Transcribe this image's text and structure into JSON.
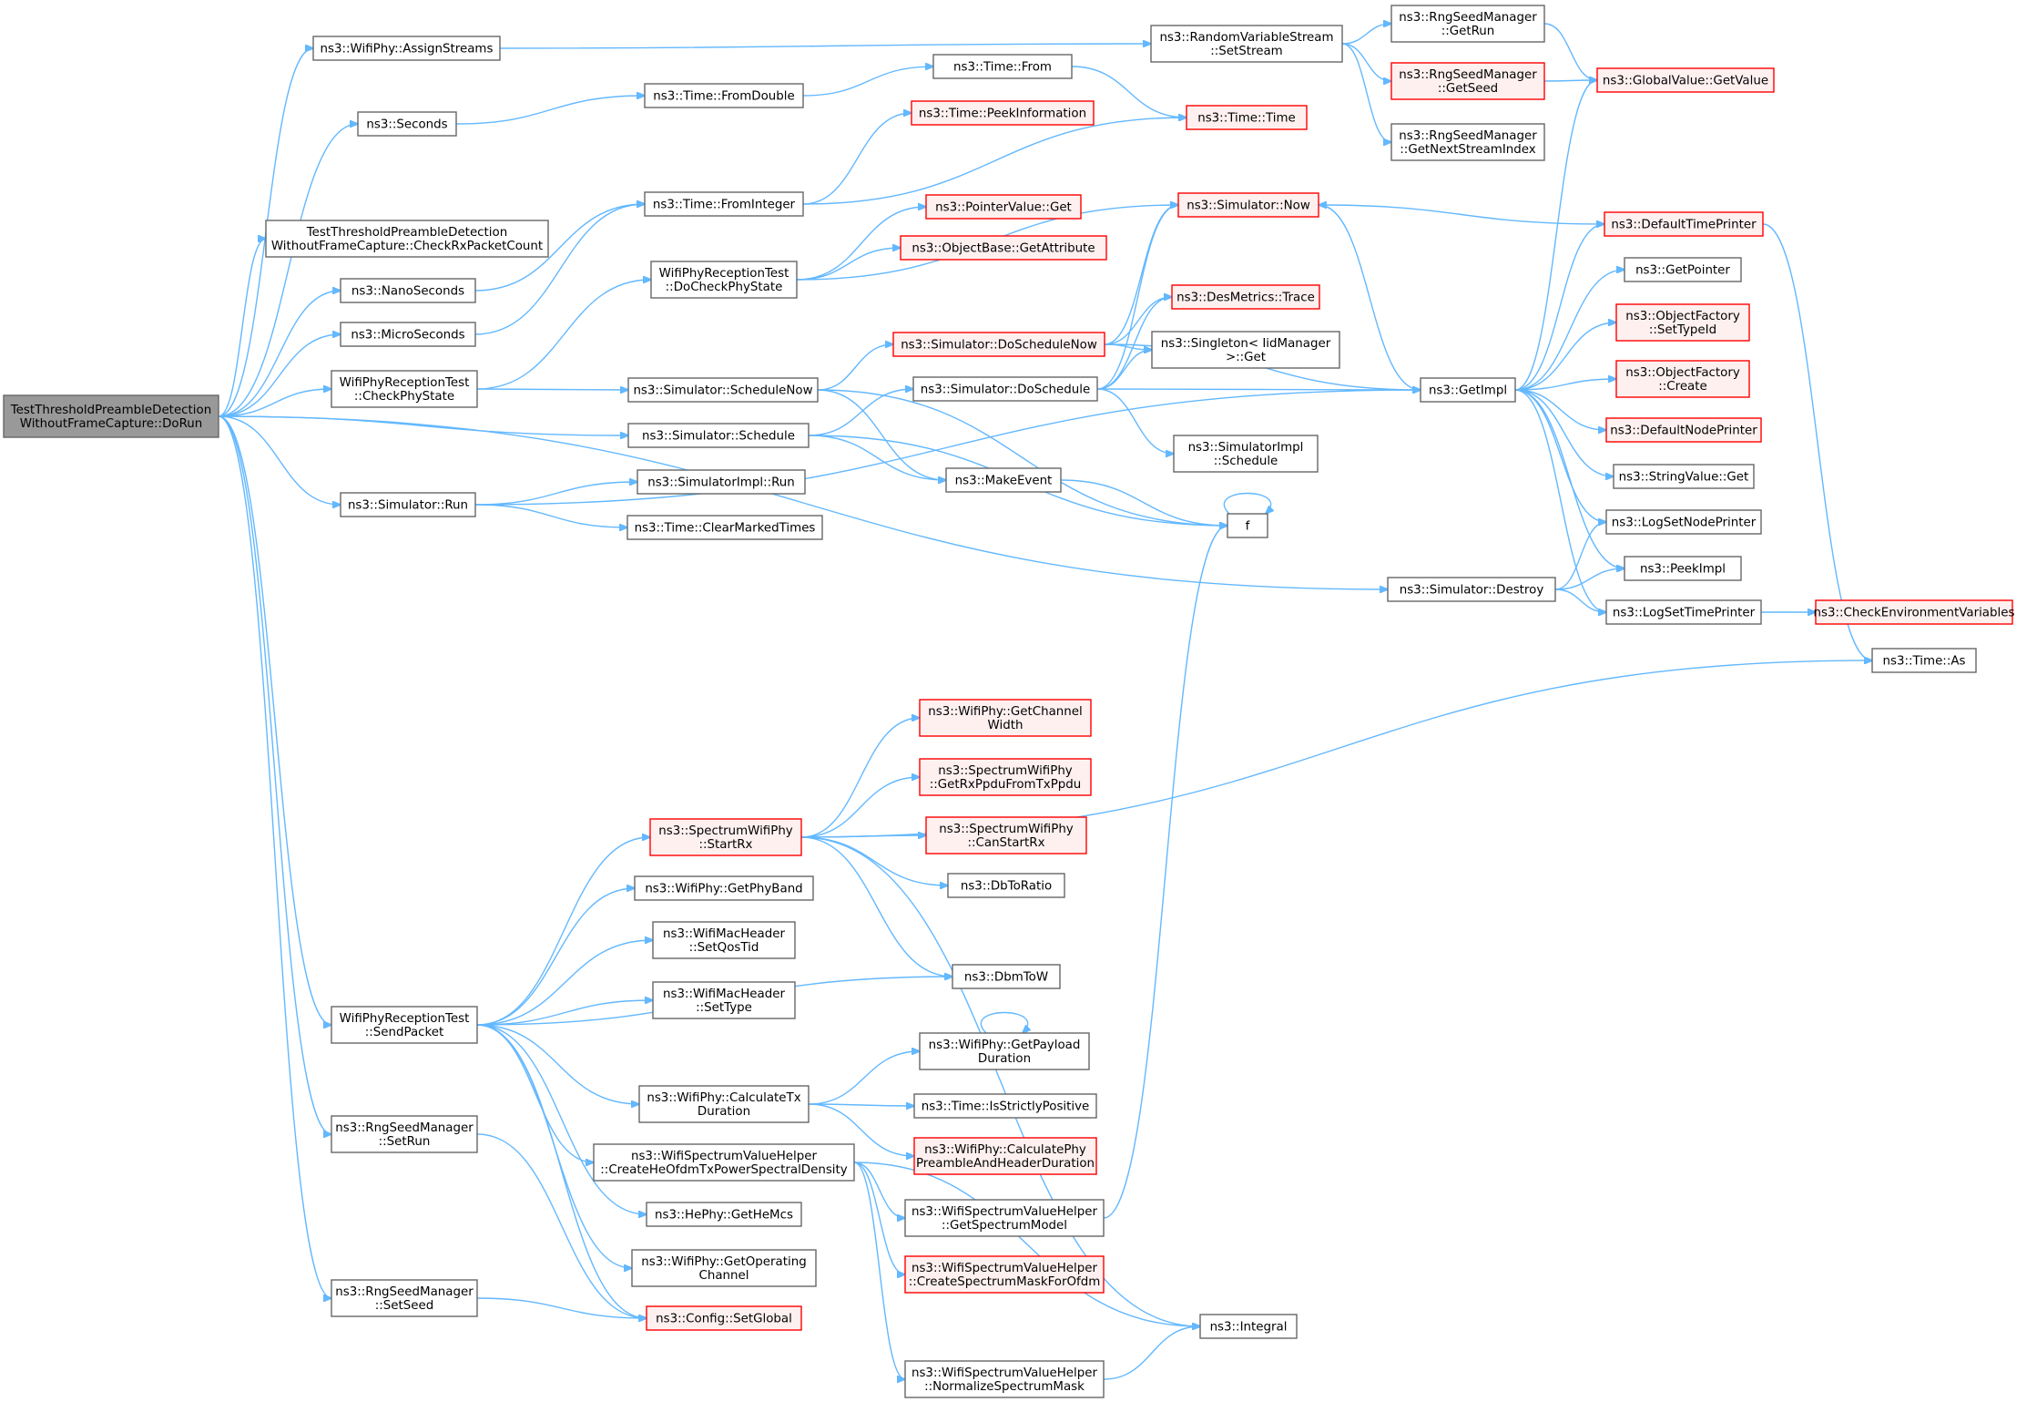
{
  "graph": {
    "title": "",
    "colors": {
      "edge": "#63b8ff",
      "node_border": "#666666",
      "node_fill": "#ffffff",
      "highlight_border": "#ff0000",
      "highlight_fill": "#fff0f0",
      "root_fill": "#999999"
    },
    "nodes": [
      {
        "id": "root",
        "lines": [
          "TestThresholdPreambleDetection",
          "WithoutFrameCapture::DoRun"
        ],
        "style": "root"
      },
      {
        "id": "assignStreams",
        "lines": [
          "ns3::WifiPhy::AssignStreams"
        ],
        "style": "normal"
      },
      {
        "id": "seconds",
        "lines": [
          "ns3::Seconds"
        ],
        "style": "normal"
      },
      {
        "id": "checkRx",
        "lines": [
          "TestThresholdPreambleDetection",
          "WithoutFrameCapture::CheckRxPacketCount"
        ],
        "style": "normal"
      },
      {
        "id": "nanoSeconds",
        "lines": [
          "ns3::NanoSeconds"
        ],
        "style": "normal"
      },
      {
        "id": "microSeconds",
        "lines": [
          "ns3::MicroSeconds"
        ],
        "style": "normal"
      },
      {
        "id": "checkPhyState",
        "lines": [
          "WifiPhyReceptionTest",
          "::CheckPhyState"
        ],
        "style": "normal"
      },
      {
        "id": "simSchedule",
        "lines": [
          "ns3::Simulator::Schedule"
        ],
        "style": "normal"
      },
      {
        "id": "simRun",
        "lines": [
          "ns3::Simulator::Run"
        ],
        "style": "normal"
      },
      {
        "id": "sendPacket",
        "lines": [
          "WifiPhyReceptionTest",
          "::SendPacket"
        ],
        "style": "normal"
      },
      {
        "id": "setRun",
        "lines": [
          "ns3::RngSeedManager",
          "::SetRun"
        ],
        "style": "normal"
      },
      {
        "id": "setSeed",
        "lines": [
          "ns3::RngSeedManager",
          "::SetSeed"
        ],
        "style": "normal"
      },
      {
        "id": "timeFromDouble",
        "lines": [
          "ns3::Time::FromDouble"
        ],
        "style": "normal"
      },
      {
        "id": "timeFromInteger",
        "lines": [
          "ns3::Time::FromInteger"
        ],
        "style": "normal"
      },
      {
        "id": "doCheckPhyState",
        "lines": [
          "WifiPhyReceptionTest",
          "::DoCheckPhyState"
        ],
        "style": "normal"
      },
      {
        "id": "scheduleNow",
        "lines": [
          "ns3::Simulator::ScheduleNow"
        ],
        "style": "normal"
      },
      {
        "id": "simImplRun",
        "lines": [
          "ns3::SimulatorImpl::Run"
        ],
        "style": "normal"
      },
      {
        "id": "clearMarked",
        "lines": [
          "ns3::Time::ClearMarkedTimes"
        ],
        "style": "normal"
      },
      {
        "id": "startRx",
        "lines": [
          "ns3::SpectrumWifiPhy",
          "::StartRx"
        ],
        "style": "red"
      },
      {
        "id": "getPhyBand",
        "lines": [
          "ns3::WifiPhy::GetPhyBand"
        ],
        "style": "normal"
      },
      {
        "id": "setQosTid",
        "lines": [
          "ns3::WifiMacHeader",
          "::SetQosTid"
        ],
        "style": "normal"
      },
      {
        "id": "setType",
        "lines": [
          "ns3::WifiMacHeader",
          "::SetType"
        ],
        "style": "normal"
      },
      {
        "id": "calcTxDur",
        "lines": [
          "ns3::WifiPhy::CalculateTx",
          "Duration"
        ],
        "style": "normal"
      },
      {
        "id": "createHeOfdm",
        "lines": [
          "ns3::WifiSpectrumValueHelper",
          "::CreateHeOfdmTxPowerSpectralDensity"
        ],
        "style": "normal"
      },
      {
        "id": "getHeMcs",
        "lines": [
          "ns3::HePhy::GetHeMcs"
        ],
        "style": "normal"
      },
      {
        "id": "getOpChannel",
        "lines": [
          "ns3::WifiPhy::GetOperating",
          "Channel"
        ],
        "style": "normal"
      },
      {
        "id": "configSetGlobal",
        "lines": [
          "ns3::Config::SetGlobal"
        ],
        "style": "red"
      },
      {
        "id": "randSetStream",
        "lines": [
          "ns3::RandomVariableStream",
          "::SetStream"
        ],
        "style": "normal"
      },
      {
        "id": "timeFrom",
        "lines": [
          "ns3::Time::From"
        ],
        "style": "normal"
      },
      {
        "id": "peekInfo",
        "lines": [
          "ns3::Time::PeekInformation"
        ],
        "style": "red"
      },
      {
        "id": "timeTime",
        "lines": [
          "ns3::Time::Time"
        ],
        "style": "red"
      },
      {
        "id": "pointerGet",
        "lines": [
          "ns3::PointerValue::Get"
        ],
        "style": "red"
      },
      {
        "id": "getAttribute",
        "lines": [
          "ns3::ObjectBase::GetAttribute"
        ],
        "style": "red"
      },
      {
        "id": "simNow",
        "lines": [
          "ns3::Simulator::Now"
        ],
        "style": "red"
      },
      {
        "id": "doScheduleNow",
        "lines": [
          "ns3::Simulator::DoScheduleNow"
        ],
        "style": "red"
      },
      {
        "id": "desTrace",
        "lines": [
          "ns3::DesMetrics::Trace"
        ],
        "style": "red"
      },
      {
        "id": "singletonGet",
        "lines": [
          "ns3::Singleton< IidManager",
          ">::Get"
        ],
        "style": "normal"
      },
      {
        "id": "doSchedule",
        "lines": [
          "ns3::Simulator::DoSchedule"
        ],
        "style": "normal"
      },
      {
        "id": "simImplSchedule",
        "lines": [
          "ns3::SimulatorImpl",
          "::Schedule"
        ],
        "style": "normal"
      },
      {
        "id": "makeEvent",
        "lines": [
          "ns3::MakeEvent"
        ],
        "style": "normal"
      },
      {
        "id": "f",
        "lines": [
          "f"
        ],
        "style": "normal"
      },
      {
        "id": "rngGetRun",
        "lines": [
          "ns3::RngSeedManager",
          "::GetRun"
        ],
        "style": "normal"
      },
      {
        "id": "rngGetSeed",
        "lines": [
          "ns3::RngSeedManager",
          "::GetSeed"
        ],
        "style": "red"
      },
      {
        "id": "rngNextStream",
        "lines": [
          "ns3::RngSeedManager",
          "::GetNextStreamIndex"
        ],
        "style": "normal"
      },
      {
        "id": "globalGetValue",
        "lines": [
          "ns3::GlobalValue::GetValue"
        ],
        "style": "red"
      },
      {
        "id": "getImpl",
        "lines": [
          "ns3::GetImpl"
        ],
        "style": "normal"
      },
      {
        "id": "defaultTimePrinter",
        "lines": [
          "ns3::DefaultTimePrinter"
        ],
        "style": "red"
      },
      {
        "id": "getPointer",
        "lines": [
          "ns3::GetPointer"
        ],
        "style": "normal"
      },
      {
        "id": "ofSetTypeId",
        "lines": [
          "ns3::ObjectFactory",
          "::SetTypeId"
        ],
        "style": "red"
      },
      {
        "id": "ofCreate",
        "lines": [
          "ns3::ObjectFactory",
          "::Create"
        ],
        "style": "red"
      },
      {
        "id": "defaultNodePrinter",
        "lines": [
          "ns3::DefaultNodePrinter"
        ],
        "style": "red"
      },
      {
        "id": "stringGet",
        "lines": [
          "ns3::StringValue::Get"
        ],
        "style": "normal"
      },
      {
        "id": "logSetNode",
        "lines": [
          "ns3::LogSetNodePrinter"
        ],
        "style": "normal"
      },
      {
        "id": "peekImpl",
        "lines": [
          "ns3::PeekImpl"
        ],
        "style": "normal"
      },
      {
        "id": "logSetTime",
        "lines": [
          "ns3::LogSetTimePrinter"
        ],
        "style": "normal"
      },
      {
        "id": "simDestroy",
        "lines": [
          "ns3::Simulator::Destroy"
        ],
        "style": "normal"
      },
      {
        "id": "checkEnv",
        "lines": [
          "ns3::CheckEnvironmentVariables"
        ],
        "style": "red"
      },
      {
        "id": "timeAs",
        "lines": [
          "ns3::Time::As"
        ],
        "style": "normal"
      },
      {
        "id": "getChannelWidth",
        "lines": [
          "ns3::WifiPhy::GetChannel",
          "Width"
        ],
        "style": "red"
      },
      {
        "id": "getRxPpdu",
        "lines": [
          "ns3::SpectrumWifiPhy",
          "::GetRxPpduFromTxPpdu"
        ],
        "style": "red"
      },
      {
        "id": "canStartRx",
        "lines": [
          "ns3::SpectrumWifiPhy",
          "::CanStartRx"
        ],
        "style": "red"
      },
      {
        "id": "dbToRatio",
        "lines": [
          "ns3::DbToRatio"
        ],
        "style": "normal"
      },
      {
        "id": "dbmToW",
        "lines": [
          "ns3::DbmToW"
        ],
        "style": "normal"
      },
      {
        "id": "getPayloadDur",
        "lines": [
          "ns3::WifiPhy::GetPayload",
          "Duration"
        ],
        "style": "normal"
      },
      {
        "id": "isStrictlyPos",
        "lines": [
          "ns3::Time::IsStrictlyPositive"
        ],
        "style": "normal"
      },
      {
        "id": "calcPhyPreamble",
        "lines": [
          "ns3::WifiPhy::CalculatePhy",
          "PreambleAndHeaderDuration"
        ],
        "style": "red"
      },
      {
        "id": "getSpectrumModel",
        "lines": [
          "ns3::WifiSpectrumValueHelper",
          "::GetSpectrumModel"
        ],
        "style": "normal"
      },
      {
        "id": "createMask",
        "lines": [
          "ns3::WifiSpectrumValueHelper",
          "::CreateSpectrumMaskForOfdm"
        ],
        "style": "red"
      },
      {
        "id": "integral",
        "lines": [
          "ns3::Integral"
        ],
        "style": "normal"
      },
      {
        "id": "normalizeMask",
        "lines": [
          "ns3::WifiSpectrumValueHelper",
          "::NormalizeSpectrumMask"
        ],
        "style": "normal"
      }
    ],
    "edges": [
      [
        "root",
        "assignStreams"
      ],
      [
        "root",
        "seconds"
      ],
      [
        "root",
        "checkRx"
      ],
      [
        "root",
        "nanoSeconds"
      ],
      [
        "root",
        "microSeconds"
      ],
      [
        "root",
        "checkPhyState"
      ],
      [
        "root",
        "simSchedule"
      ],
      [
        "root",
        "simRun"
      ],
      [
        "root",
        "sendPacket"
      ],
      [
        "root",
        "setRun"
      ],
      [
        "root",
        "setSeed"
      ],
      [
        "root",
        "simDestroy"
      ],
      [
        "assignStreams",
        "randSetStream"
      ],
      [
        "seconds",
        "timeFromDouble"
      ],
      [
        "nanoSeconds",
        "timeFromInteger"
      ],
      [
        "microSeconds",
        "timeFromInteger"
      ],
      [
        "timeFromDouble",
        "timeFrom"
      ],
      [
        "timeFrom",
        "timeTime"
      ],
      [
        "timeFromInteger",
        "peekInfo"
      ],
      [
        "timeFromInteger",
        "timeTime"
      ],
      [
        "checkPhyState",
        "doCheckPhyState"
      ],
      [
        "checkPhyState",
        "scheduleNow"
      ],
      [
        "doCheckPhyState",
        "pointerGet"
      ],
      [
        "doCheckPhyState",
        "getAttribute"
      ],
      [
        "doCheckPhyState",
        "simNow"
      ],
      [
        "scheduleNow",
        "doScheduleNow"
      ],
      [
        "scheduleNow",
        "makeEvent"
      ],
      [
        "scheduleNow",
        "f"
      ],
      [
        "simSchedule",
        "doSchedule"
      ],
      [
        "simSchedule",
        "makeEvent"
      ],
      [
        "simSchedule",
        "f"
      ],
      [
        "doScheduleNow",
        "simNow"
      ],
      [
        "doScheduleNow",
        "desTrace"
      ],
      [
        "doScheduleNow",
        "singletonGet"
      ],
      [
        "doScheduleNow",
        "getImpl"
      ],
      [
        "doSchedule",
        "simNow"
      ],
      [
        "doSchedule",
        "desTrace"
      ],
      [
        "doSchedule",
        "singletonGet"
      ],
      [
        "doSchedule",
        "getImpl"
      ],
      [
        "doSchedule",
        "simImplSchedule"
      ],
      [
        "simNow",
        "getImpl"
      ],
      [
        "makeEvent",
        "f"
      ],
      [
        "f",
        "f"
      ],
      [
        "simRun",
        "simImplRun"
      ],
      [
        "simRun",
        "clearMarked"
      ],
      [
        "simRun",
        "getImpl"
      ],
      [
        "randSetStream",
        "rngGetRun"
      ],
      [
        "randSetStream",
        "rngGetSeed"
      ],
      [
        "randSetStream",
        "rngNextStream"
      ],
      [
        "rngGetRun",
        "globalGetValue"
      ],
      [
        "rngGetSeed",
        "globalGetValue"
      ],
      [
        "getImpl",
        "globalGetValue"
      ],
      [
        "getImpl",
        "defaultTimePrinter"
      ],
      [
        "getImpl",
        "getPointer"
      ],
      [
        "getImpl",
        "ofSetTypeId"
      ],
      [
        "getImpl",
        "ofCreate"
      ],
      [
        "getImpl",
        "defaultNodePrinter"
      ],
      [
        "getImpl",
        "stringGet"
      ],
      [
        "getImpl",
        "logSetNode"
      ],
      [
        "getImpl",
        "peekImpl"
      ],
      [
        "getImpl",
        "logSetTime"
      ],
      [
        "defaultTimePrinter",
        "simNow"
      ],
      [
        "defaultTimePrinter",
        "timeAs"
      ],
      [
        "simDestroy",
        "logSetNode"
      ],
      [
        "simDestroy",
        "peekImpl"
      ],
      [
        "simDestroy",
        "logSetTime"
      ],
      [
        "logSetTime",
        "checkEnv"
      ],
      [
        "sendPacket",
        "startRx"
      ],
      [
        "sendPacket",
        "getPhyBand"
      ],
      [
        "sendPacket",
        "setQosTid"
      ],
      [
        "sendPacket",
        "setType"
      ],
      [
        "sendPacket",
        "dbmToW"
      ],
      [
        "sendPacket",
        "calcTxDur"
      ],
      [
        "sendPacket",
        "createHeOfdm"
      ],
      [
        "sendPacket",
        "getHeMcs"
      ],
      [
        "sendPacket",
        "getOpChannel"
      ],
      [
        "sendPacket",
        "configSetGlobal"
      ],
      [
        "startRx",
        "timeAs"
      ],
      [
        "startRx",
        "getChannelWidth"
      ],
      [
        "startRx",
        "getRxPpdu"
      ],
      [
        "startRx",
        "canStartRx"
      ],
      [
        "startRx",
        "dbToRatio"
      ],
      [
        "startRx",
        "dbmToW"
      ],
      [
        "startRx",
        "integral"
      ],
      [
        "calcTxDur",
        "getPayloadDur"
      ],
      [
        "calcTxDur",
        "isStrictlyPos"
      ],
      [
        "calcTxDur",
        "calcPhyPreamble"
      ],
      [
        "getPayloadDur",
        "getPayloadDur"
      ],
      [
        "createHeOfdm",
        "getSpectrumModel"
      ],
      [
        "createHeOfdm",
        "createMask"
      ],
      [
        "createHeOfdm",
        "integral"
      ],
      [
        "createHeOfdm",
        "normalizeMask"
      ],
      [
        "getSpectrumModel",
        "f"
      ],
      [
        "normalizeMask",
        "integral"
      ],
      [
        "setRun",
        "configSetGlobal"
      ],
      [
        "setSeed",
        "configSetGlobal"
      ]
    ]
  }
}
